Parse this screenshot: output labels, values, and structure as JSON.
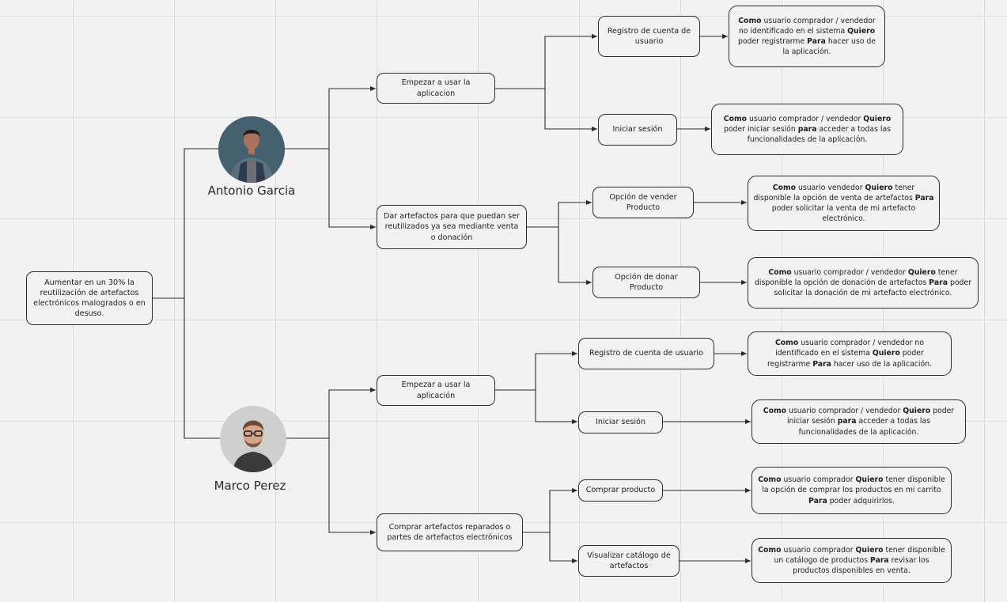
{
  "root": {
    "text": "Aumentar en un 30% la reutilización de artefactos electrónicos malogrados o en desuso."
  },
  "personas": [
    {
      "name": "Antonio Garcia",
      "avatar_icon": "person-photo-icon",
      "goals": [
        {
          "text": "Empezar a usar la aplicacion",
          "features": [
            {
              "text": "Registro de cuenta de usuario",
              "story": [
                [
                  "Como",
                  true
                ],
                [
                  " usuario comprador / vendedor no identificado en el sistema ",
                  false
                ],
                [
                  "Quiero",
                  true
                ],
                [
                  " poder registrarme ",
                  false
                ],
                [
                  "Para",
                  true
                ],
                [
                  " hacer uso de la aplicación.",
                  false
                ]
              ]
            },
            {
              "text": "Iniciar sesión",
              "story": [
                [
                  "Como",
                  true
                ],
                [
                  " usuario comprador / vendedor ",
                  false
                ],
                [
                  "Quiero",
                  true
                ],
                [
                  " poder iniciar sesión ",
                  false
                ],
                [
                  "para",
                  true
                ],
                [
                  " acceder a todas las funcionalidades de la aplicación.",
                  false
                ]
              ]
            }
          ]
        },
        {
          "text": "Dar artefactos para que puedan ser reutilizados ya sea mediante venta o donación",
          "features": [
            {
              "text": "Opción de vender Producto",
              "story": [
                [
                  "Como",
                  true
                ],
                [
                  " usuario vendedor ",
                  false
                ],
                [
                  "Quiero",
                  true
                ],
                [
                  " tener disponible la opción de venta de artefactos ",
                  false
                ],
                [
                  "Para",
                  true
                ],
                [
                  " poder solicitar la venta de mi artefacto electrónico.",
                  false
                ]
              ]
            },
            {
              "text": "Opción de donar Producto",
              "story": [
                [
                  "Como",
                  true
                ],
                [
                  " usuario comprador / vendedor ",
                  false
                ],
                [
                  "Quiero",
                  true
                ],
                [
                  " tener disponible la opción de donación de artefactos ",
                  false
                ],
                [
                  "Para",
                  true
                ],
                [
                  " poder solicitar la donación de mi artefacto electrónico.",
                  false
                ]
              ]
            }
          ]
        }
      ]
    },
    {
      "name": "Marco Perez",
      "avatar_icon": "person-photo-icon",
      "goals": [
        {
          "text": "Empezar a usar la aplicación",
          "features": [
            {
              "text": "Registro de cuenta de usuario",
              "story": [
                [
                  "Como",
                  true
                ],
                [
                  " usuario comprador / vendedor no identificado en el sistema ",
                  false
                ],
                [
                  "Quiero",
                  true
                ],
                [
                  " poder registrarme ",
                  false
                ],
                [
                  "Para",
                  true
                ],
                [
                  " hacer uso de la aplicación.",
                  false
                ]
              ]
            },
            {
              "text": "Iniciar sesión",
              "story": [
                [
                  "Como",
                  true
                ],
                [
                  " usuario comprador / vendedor ",
                  false
                ],
                [
                  "Quiero",
                  true
                ],
                [
                  " poder iniciar sesión ",
                  false
                ],
                [
                  "para",
                  true
                ],
                [
                  " acceder a todas las funcionalidades de la aplicación.",
                  false
                ]
              ]
            }
          ]
        },
        {
          "text": "Comprar artefactos reparados o partes de artefactos electrónicos",
          "features": [
            {
              "text": "Comprar producto",
              "story": [
                [
                  "Como",
                  true
                ],
                [
                  " usuario comprador ",
                  false
                ],
                [
                  "Quiero",
                  true
                ],
                [
                  " tener disponible la opción de comprar los productos en mi carrito ",
                  false
                ],
                [
                  "Para",
                  true
                ],
                [
                  " poder adquirirlos.",
                  false
                ]
              ]
            },
            {
              "text": "Visualizar catálogo de artefactos",
              "story": [
                [
                  "Como",
                  true
                ],
                [
                  " usuario comprador ",
                  false
                ],
                [
                  "Quiero",
                  true
                ],
                [
                  " tener disponible un catálogo de productos ",
                  false
                ],
                [
                  "Para",
                  true
                ],
                [
                  " revisar los productos disponibles en venta.",
                  false
                ]
              ]
            }
          ]
        }
      ]
    }
  ]
}
